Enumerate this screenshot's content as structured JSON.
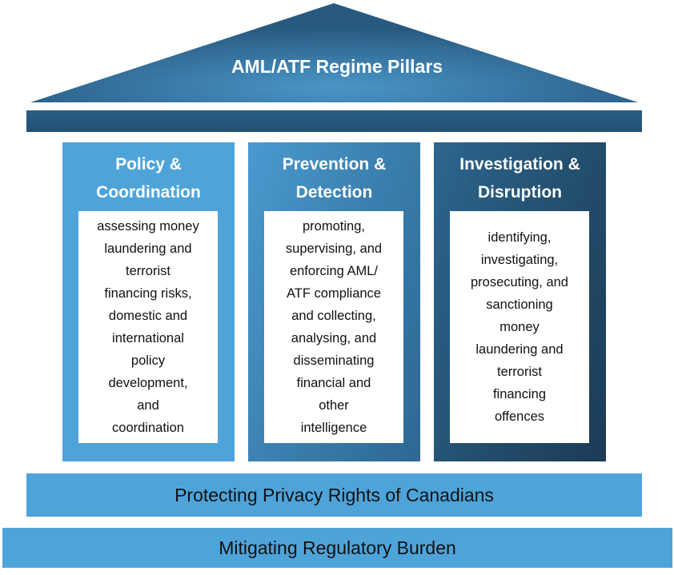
{
  "roof": {
    "title": "AML/ATF Regime Pillars"
  },
  "pillars": [
    {
      "title": [
        "Policy &",
        "Coordination"
      ],
      "description": [
        "assessing money",
        "laundering and",
        "terrorist",
        "financing risks,",
        "domestic and",
        "international",
        "policy",
        "development,",
        "and",
        "coordination"
      ]
    },
    {
      "title": [
        "Prevention &",
        "Detection"
      ],
      "description": [
        "promoting,",
        "supervising, and",
        "enforcing AML/",
        "ATF compliance",
        "and collecting,",
        "analysing, and",
        "disseminating",
        "financial and",
        "other",
        "intelligence"
      ]
    },
    {
      "title": [
        "Investigation &",
        "Disruption"
      ],
      "description": [
        "identifying,",
        "investigating,",
        "prosecuting, and",
        "sanctioning",
        "money",
        "laundering and",
        "terrorist",
        "financing",
        "offences"
      ]
    }
  ],
  "foundation": {
    "upper": "Protecting Privacy Rights of Canadians",
    "lower": "Mitigating Regulatory Burden"
  },
  "colors": {
    "light_blue": "#4ea4d9",
    "dark_blue": "#1b3b56",
    "roof_blue": "#2a5d85"
  }
}
